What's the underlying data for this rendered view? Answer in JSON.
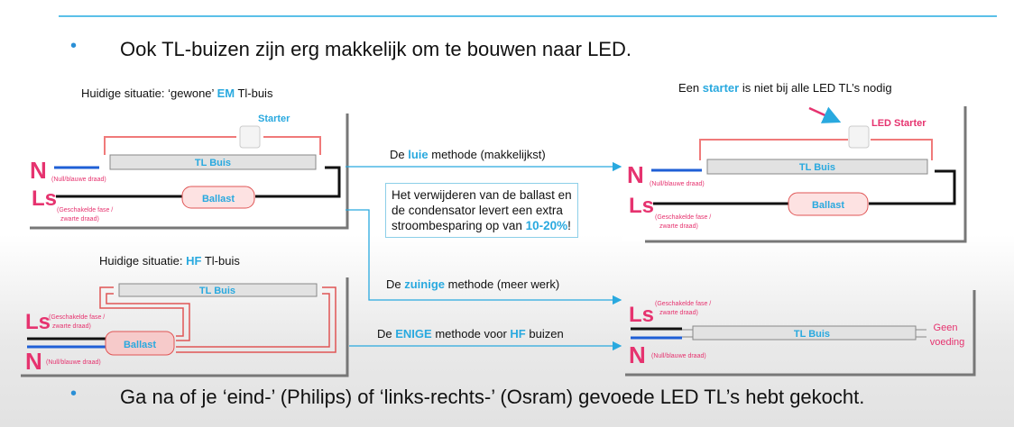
{
  "bullets": [
    "Ook TL-buizen zijn erg makkelijk om te bouwen naar LED.",
    "Ga na of je ‘eind-’ (Philips) of ‘links-rechts-’ (Osram) gevoede LED TL’s hebt gekocht."
  ],
  "em_diagram": {
    "title_pre": "Huidige situatie: ‘gewone’ ",
    "title_hl": "EM",
    "title_post": " Tl-buis",
    "starter": "Starter",
    "tube": "TL Buis",
    "ballast": "Ballast",
    "n": "N",
    "n_desc": "(Null/blauwe draad)",
    "ls": "Ls",
    "ls_desc1": "(Geschakelde fase /",
    "ls_desc2": "zwarte draad)"
  },
  "hf_diagram": {
    "title_pre": "Huidige situatie: ",
    "title_hl": "HF",
    "title_post": " Tl-buis",
    "tube": "TL Buis",
    "ballast": "Ballast",
    "n": "N",
    "n_desc": "(Null/blauwe draad)",
    "ls": "Ls",
    "ls_desc1": "(Geschakelde fase /",
    "ls_desc2": "zwarte draad)"
  },
  "led_starter_diagram": {
    "title_pre": "Een ",
    "title_hl": "starter",
    "title_post": " is niet bij alle LED TL’s nodig",
    "starter": "LED Starter",
    "tube": "TL Buis",
    "ballast": "Ballast",
    "n": "N",
    "n_desc": "(Null/blauwe draad)",
    "ls": "Ls",
    "ls_desc1": "(Geschakelde fase /",
    "ls_desc2": "zwarte draad)"
  },
  "direct_diagram": {
    "tube": "TL Buis",
    "geen1": "Geen",
    "geen2": "voeding",
    "n": "N",
    "n_desc": "(Null/blauwe draad)",
    "ls": "Ls",
    "ls_desc1": "(Geschakelde fase /",
    "ls_desc2": "zwarte draad)"
  },
  "methods": {
    "lazy": {
      "pre": "De ",
      "hl": "luie",
      "post": " methode (makkelijkst)"
    },
    "efficient": {
      "pre": "De ",
      "hl": "zuinige",
      "post": " methode (meer werk)"
    },
    "hf": {
      "pre": "De ",
      "hl": "ENIGE",
      "mid": " methode voor ",
      "hl2": "HF",
      "post": " buizen"
    }
  },
  "info": {
    "text": "Het verwijderen van de ballast en de condensator levert een extra stroombesparing op van ",
    "hl": "10-20%",
    "end": "!"
  },
  "colors": {
    "accent": "#29a9df",
    "pink": "#e6336f",
    "wire_red": "#f07a7a",
    "neutral_blue": "#1f5fd6"
  }
}
